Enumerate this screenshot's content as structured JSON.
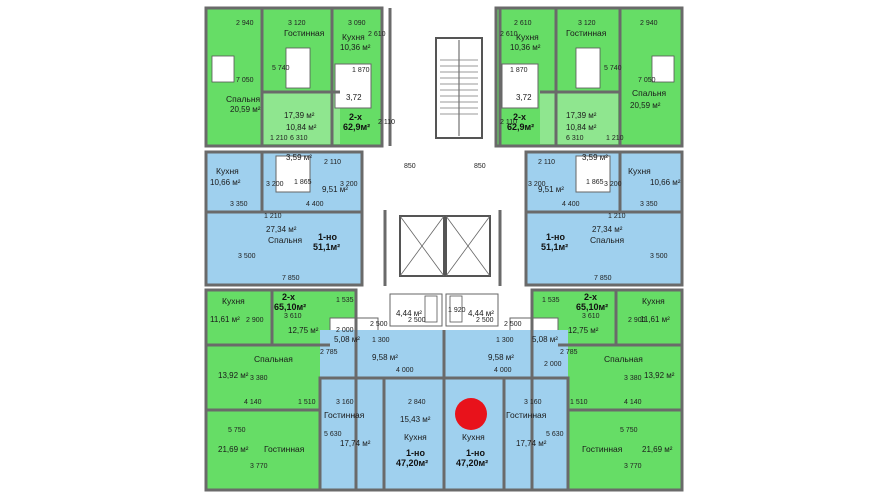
{
  "colors": {
    "green": "#66dd66",
    "blue": "#9fd0ee",
    "wall": "#6a6a6a",
    "marker": "#e8121b"
  },
  "rooms": {
    "tl_bedroom": "Спальня",
    "tl_bedroom_area": "20,59 м²",
    "tl_living": "Гостинная",
    "tl_living_area": "17,39 м²",
    "tl_kitchen": "Кухня",
    "tl_kitchen_area": "10,36 м²",
    "tl_hall_area": "10,84 м²",
    "tl_bath_area": "3,72",
    "tl_unit": "2-х",
    "tl_unit_area": "62,9м²",
    "tr_bedroom": "Спальня",
    "tr_bedroom_area": "20,59 м²",
    "tr_living": "Гостинная",
    "tr_living_area": "17,39 м²",
    "tr_kitchen": "Кухня",
    "tr_kitchen_area": "10,36 м²",
    "tr_hall_area": "10,84 м²",
    "tr_bath_area": "3,72",
    "tr_unit": "2-х",
    "tr_unit_area": "62,9м²",
    "ml_kitchen": "Кухня",
    "ml_kitchen_area": "10,66 м²",
    "ml_hall_area": "9,51 м²",
    "ml_bath_area": "3,59 м²",
    "ml_bedroom": "Спальня",
    "ml_bedroom_area": "27,34 м²",
    "ml_unit": "1-но",
    "ml_unit_area": "51,1м²",
    "mr_kitchen": "Кухня",
    "mr_kitchen_area": "10,66 м²",
    "mr_hall_area": "9,51 м²",
    "mr_bath_area": "3,59 м²",
    "mr_bedroom": "Спальня",
    "mr_bedroom_area": "27,34 м²",
    "mr_unit": "1-но",
    "mr_unit_area": "51,1м²",
    "ll_kitchen": "Кухня",
    "ll_kitchen_area": "11,61 м²",
    "ll_hall_area": "12,75 м²",
    "ll_bath_area": "5,08 м²",
    "ll_bedroom": "Спальная",
    "ll_bedroom_area": "13,92 м²",
    "ll_living": "Гостинная",
    "ll_living_area": "21,69 м²",
    "ll_unit": "2-х",
    "ll_unit_area": "65,10м²",
    "lr_kitchen": "Кухня",
    "lr_kitchen_area": "11,61 м²",
    "lr_hall_area": "12,75 м²",
    "lr_bath_area": "5,08 м²",
    "lr_bedroom": "Спальная",
    "lr_bedroom_area": "13,92 м²",
    "lr_living": "Гостинная",
    "lr_living_area": "21,69 м²",
    "lr_unit": "2-х",
    "lr_unit_area": "65,10м²",
    "bl_living": "Гостинная",
    "bl_living_area": "17,74 м²",
    "bl_kitchen": "Кухня",
    "bl_kitchen_area": "15,43 м²",
    "bl_hall_area": "9,58 м²",
    "bl_bath_area": "4,44 м²",
    "bl_unit": "1-но",
    "bl_unit_area": "47,20м²",
    "br_living": "Гостинная",
    "br_living_area": "17,74 м²",
    "br_kitchen": "Кухня",
    "br_hall_area": "9,58 м²",
    "br_bath_area": "4,44 м²",
    "br_unit": "1-но",
    "br_unit_area": "47,20м²"
  },
  "dims": {
    "top_l1": "2 940",
    "top_l2": "3 120",
    "top_l3": "3 090",
    "top_r1": "2 610",
    "top_r2": "3 120",
    "top_r3": "2 940",
    "tl_5740": "5 740",
    "tl_7050": "7 050",
    "tl_6310": "6 310",
    "tl_2110": "2 110",
    "tl_1210": "1 210",
    "tl_1870": "1 870",
    "tl_2610": "2 610",
    "tr_5740": "5 740",
    "tr_7050": "7 050",
    "tr_6310": "6 310",
    "tr_2110": "2 110",
    "tr_1210": "1 210",
    "tr_1870": "1 870",
    "tr_2610": "2 610",
    "ml_2110": "2 110",
    "ml_3350": "3 350",
    "ml_4400": "4 400",
    "ml_3200a": "3 200",
    "ml_3200b": "3 200",
    "ml_1865": "1 865",
    "ml_1210": "1 210",
    "ml_3500": "3 500",
    "ml_7850": "7 850",
    "mr_2110": "2 110",
    "mr_3350": "3 350",
    "mr_4400": "4 400",
    "mr_3200a": "3 200",
    "mr_3200b": "3 200",
    "mr_1865": "1 865",
    "mr_1210": "1 210",
    "mr_3500": "3 500",
    "mr_7850": "7 850",
    "c_850a": "850",
    "c_850b": "850",
    "ll_1535": "1 535",
    "ll_3610": "3 610",
    "ll_2900": "2 900",
    "ll_2000": "2 000",
    "ll_2785": "2 785",
    "ll_1300": "1 300",
    "ll_3380": "3 380",
    "ll_4140": "4 140",
    "ll_1510": "1 510",
    "ll_5750": "5 750",
    "ll_3770": "3 770",
    "lr_1535": "1 535",
    "lr_3610": "3 610",
    "lr_2900": "2 900",
    "lr_2000": "2 000",
    "lr_2785": "2 785",
    "lr_1300": "1 300",
    "lr_3380": "3 380",
    "lr_4140": "4 140",
    "lr_1510": "1 510",
    "lr_5750": "5 750",
    "lr_3770": "3 770",
    "b_2500a": "2 500",
    "b_2500b": "2 500",
    "b_2500c": "2 500",
    "b_2500d": "2 500",
    "b_1920": "1 920",
    "bl_4000": "4 000",
    "bl_3160": "3 160",
    "bl_2840": "2 840",
    "bl_5630": "5 630",
    "br_4000": "4 000",
    "br_3160": "3 160",
    "br_5630": "5 630"
  }
}
